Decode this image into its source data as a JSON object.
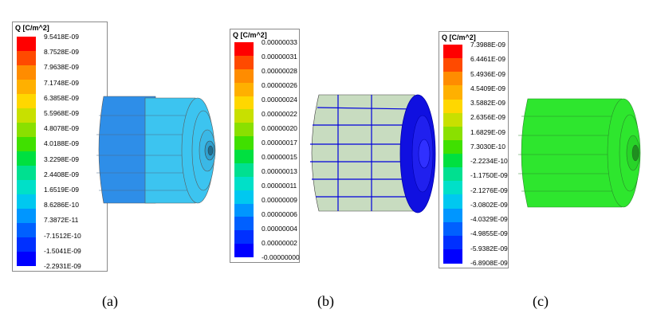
{
  "panels": [
    {
      "legend_title": "Q [C/m^2]",
      "labels": [
        "9.5418E-09",
        "8.7528E-09",
        "7.9638E-09",
        "7.1748E-09",
        "6.3858E-09",
        "5.5968E-09",
        "4.8078E-09",
        "4.0188E-09",
        "3.2298E-09",
        "2.4408E-09",
        "1.6519E-09",
        "8.6286E-10",
        "7.3872E-11",
        "-7.1512E-10",
        "-1.5041E-09",
        "-2.2931E-09"
      ],
      "colors": [
        "#ff0000",
        "#ff4a00",
        "#ff8c00",
        "#ffb000",
        "#ffd700",
        "#c8e000",
        "#8ae000",
        "#40e000",
        "#00e040",
        "#00e090",
        "#00e0c8",
        "#00c8f0",
        "#0096ff",
        "#0060ff",
        "#0030ff",
        "#0000ff"
      ],
      "caption": "(a)"
    },
    {
      "legend_title": "Q [C/m^2]",
      "labels": [
        "0.00000033",
        "0.00000031",
        "0.00000028",
        "0.00000026",
        "0.00000024",
        "0.00000022",
        "0.00000020",
        "0.00000017",
        "0.00000015",
        "0.00000013",
        "0.00000011",
        "0.00000009",
        "0.00000006",
        "0.00000004",
        "0.00000002",
        "-0.00000000"
      ],
      "colors": [
        "#ff0000",
        "#ff4a00",
        "#ff8c00",
        "#ffb000",
        "#ffd700",
        "#c8e000",
        "#8ae000",
        "#40e000",
        "#00e040",
        "#00e090",
        "#00e0c8",
        "#00c8f0",
        "#0096ff",
        "#0060ff",
        "#0030ff",
        "#0000ff"
      ],
      "caption": "(b)"
    },
    {
      "legend_title": "Q [C/m^2]",
      "labels": [
        "7.3988E-09",
        "6.4461E-09",
        "5.4936E-09",
        "4.5409E-09",
        "3.5882E-09",
        "2.6356E-09",
        "1.6829E-09",
        "7.3030E-10",
        "-2.2234E-10",
        "-1.1750E-09",
        "-2.1276E-09",
        "-3.0802E-09",
        "-4.0329E-09",
        "-4.9855E-09",
        "-5.9382E-09",
        "-6.8908E-09"
      ],
      "colors": [
        "#ff0000",
        "#ff4a00",
        "#ff8c00",
        "#ffb000",
        "#ffd700",
        "#c8e000",
        "#8ae000",
        "#40e000",
        "#00e040",
        "#00e090",
        "#00e0c8",
        "#00c8f0",
        "#0096ff",
        "#0060ff",
        "#0030ff",
        "#0000ff"
      ],
      "caption": "(c)"
    }
  ],
  "model_colors": {
    "a_left": "#2e8ee8",
    "a_right": "#3cc4f0",
    "b_body": "#c8dcc0",
    "b_stripe": "#0000dd",
    "c_body": "#2ee62e"
  }
}
